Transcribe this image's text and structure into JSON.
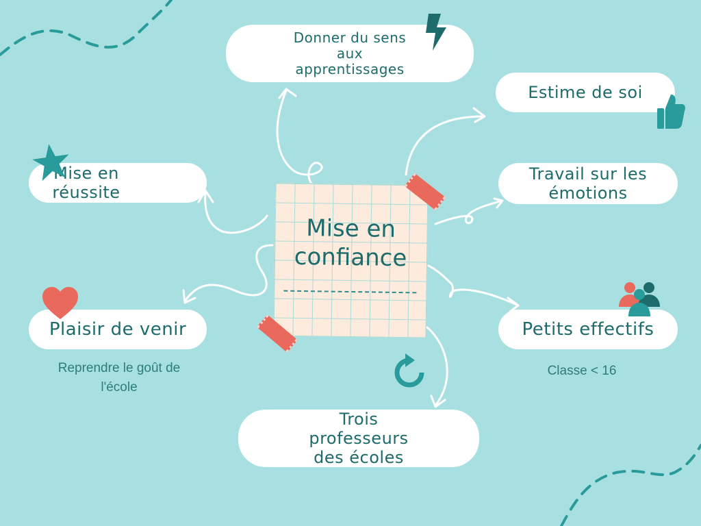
{
  "center": {
    "lines": [
      "Mise en",
      "confiance"
    ]
  },
  "nodes": {
    "sens": {
      "lines": [
        "Donner du sens",
        "aux",
        "apprentissages"
      ]
    },
    "estime": {
      "lines": [
        "Estime de soi"
      ]
    },
    "emotions": {
      "lines": [
        "Travail sur les",
        "émotions"
      ]
    },
    "effectifs": {
      "lines": [
        "Petits effectifs"
      ]
    },
    "trois": {
      "lines": [
        "Trois",
        "professeurs",
        "des écoles"
      ]
    },
    "plaisir": {
      "lines": [
        "Plaisir de venir"
      ]
    },
    "reussite": {
      "lines": [
        "Mise en",
        "réussite"
      ]
    }
  },
  "captions": {
    "plaisir": [
      "Reprendre le goût de",
      "l'école"
    ],
    "effectifs": [
      "Classe < 16"
    ]
  },
  "icons": [
    "lightning-icon",
    "thumbs-up-icon",
    "people-icon",
    "refresh-icon",
    "heart-icon",
    "star-icon"
  ],
  "colors": {
    "background": "#a8dfe0",
    "text": "#1e6b6b",
    "accent_teal": "#2a9b9b",
    "accent_coral": "#e9695d",
    "note": "#fdebdd"
  }
}
